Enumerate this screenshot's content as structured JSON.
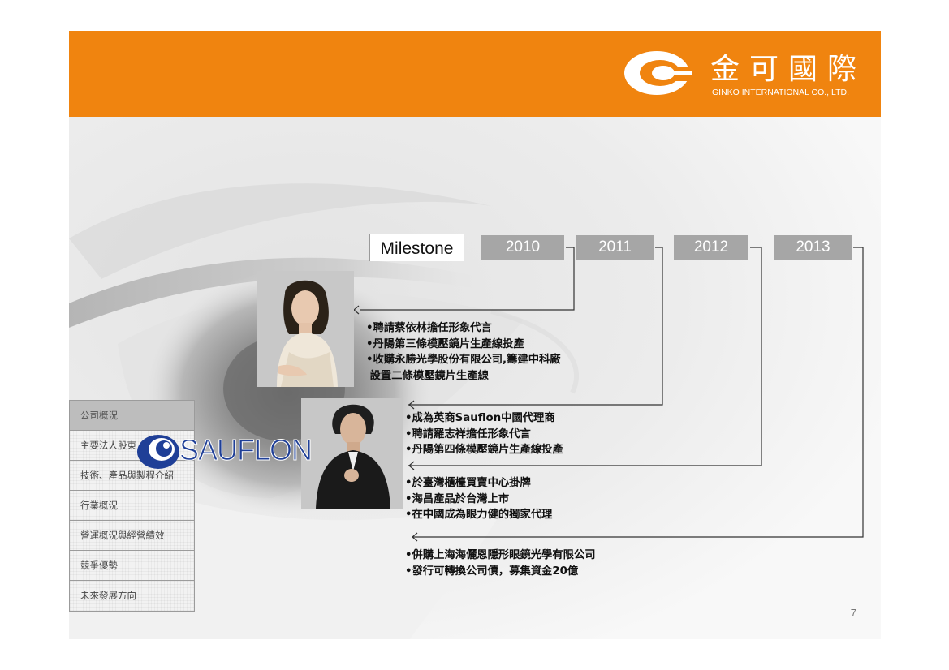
{
  "brand": {
    "name_zh": "金可國際",
    "name_en": "GINKO INTERNATIONAL CO., LTD.",
    "color": "#f0840f"
  },
  "timeline": {
    "tab_label": "Milestone",
    "years": [
      "2010",
      "2011",
      "2012",
      "2013"
    ]
  },
  "events": {
    "y2010": [
      "•聘請蔡依林擔任形象代言",
      "•丹陽第三條模壓鏡片生產線投產",
      "•收購永勝光學股份有限公司,籌建中科廠",
      " 設置二條模壓鏡片生產線"
    ],
    "y2011": [
      "•成為英商Sauflon中國代理商",
      "•聘請羅志祥擔任形象代言",
      "•丹陽第四條模壓鏡片生產線投產"
    ],
    "y2012": [
      "•於臺灣櫃檯買賣中心掛牌",
      "•海昌產品於台灣上市",
      "•在中國成為眼力健的獨家代理"
    ],
    "y2013": [
      "•併購上海海儷恩隱形眼鏡光學有限公司",
      "•發行可轉換公司債，募集資金20億"
    ]
  },
  "menu": {
    "items": [
      "公司概況",
      "主要法人股東",
      "技術、產品與製程介紹",
      "行業概況",
      "營運概況與經營績效",
      "競爭優勢",
      "未來發展方向"
    ],
    "active_index": 0
  },
  "partner_logo": "SAUFLON",
  "page_number": "7"
}
